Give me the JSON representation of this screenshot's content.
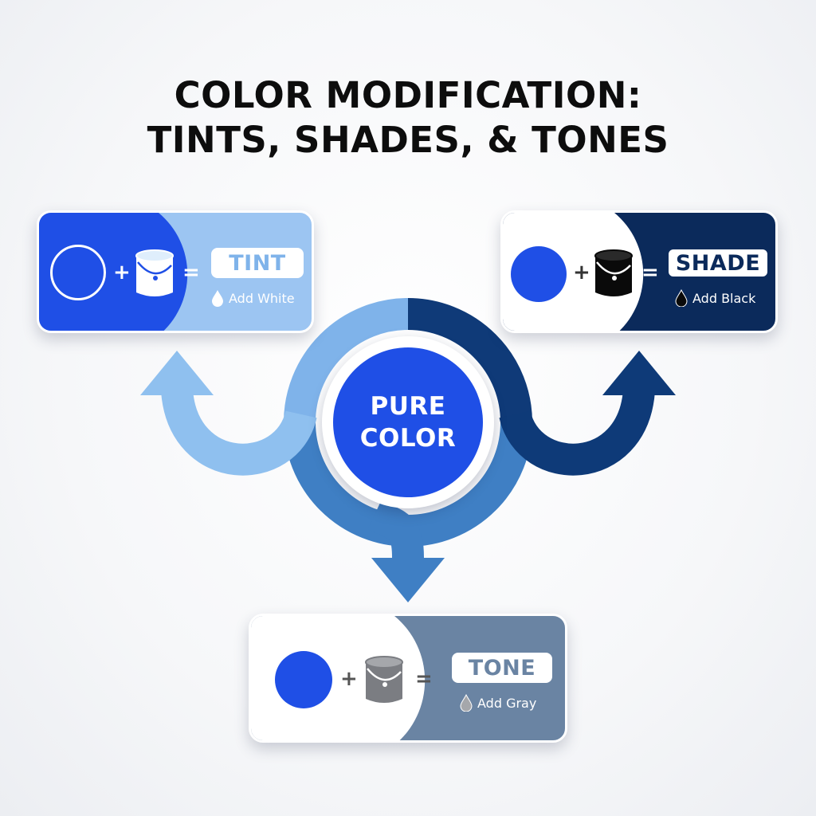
{
  "title": {
    "line1": "COLOR MODIFICATION:",
    "line2": "TINTS, SHADES, & TONES"
  },
  "center": {
    "line1": "PURE",
    "line2": "COLOR"
  },
  "cards": {
    "tint": {
      "label": "TINT",
      "sub": "Add White",
      "plus": "+",
      "equals": "=",
      "icon": "paint-bucket-icon"
    },
    "shade": {
      "label": "SHADE",
      "sub": "Add Black",
      "plus": "+",
      "equals": "=",
      "icon": "paint-bucket-icon"
    },
    "tone": {
      "label": "TONE",
      "sub": "Add Gray",
      "plus": "+",
      "equals": "=",
      "icon": "paint-bucket-icon"
    }
  },
  "colors": {
    "pure": "#1f4fe6",
    "tint": "#9cc5f2",
    "shade": "#0b2a5b",
    "tone": "#6a84a3",
    "tone_arrow": "#3f7fc4"
  }
}
